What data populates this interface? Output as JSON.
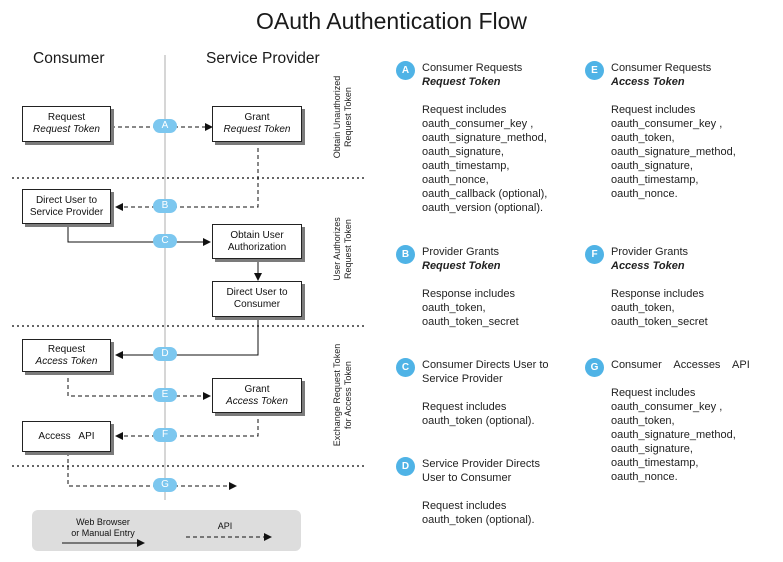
{
  "title": "OAuth Authentication Flow",
  "columns": {
    "consumer": "Consumer",
    "provider": "Service Provider"
  },
  "phases": [
    {
      "line1": "Obtain Unauthorized",
      "line2": "Request  Token"
    },
    {
      "line1": "User  Authorizes",
      "line2": "Request  Token"
    },
    {
      "line1": "Exchange Request  Token",
      "line2": "for Access  Token"
    }
  ],
  "boxes": {
    "request_request_token": {
      "line1": "Request",
      "line2": "Request Token"
    },
    "grant_request_token": {
      "line1": "Grant",
      "line2": "Request Token"
    },
    "direct_user_to_sp": {
      "line1": "Direct User to",
      "line2": "Service Provider"
    },
    "obtain_user_auth": {
      "line1": "Obtain User",
      "line2": "Authorization"
    },
    "direct_user_to_consumer": {
      "line1": "Direct User to",
      "line2": "Consumer"
    },
    "request_access_token": {
      "line1": "Request",
      "line2": "Access Token"
    },
    "grant_access_token": {
      "line1": "Grant",
      "line2": "Access Token"
    },
    "access_api": {
      "line1": "Access   API"
    }
  },
  "badges": [
    "A",
    "B",
    "C",
    "D",
    "E",
    "F",
    "G"
  ],
  "legend": {
    "browser_line1": "Web Browser",
    "browser_line2": "or Manual Entry",
    "api": "API"
  },
  "steps": [
    {
      "letter": "A",
      "heading": "Consumer Requests",
      "bold": "Request Token",
      "body": "Request includes\noauth_consumer_key  ,\noauth_signature_method,\noauth_signature,\noauth_timestamp,\noauth_nonce,\noauth_callback (optional),\noauth_version (optional)."
    },
    {
      "letter": "B",
      "heading": "Provider Grants",
      "bold": "Request Token",
      "body": "Response includes\noauth_token,\noauth_token_secret"
    },
    {
      "letter": "C",
      "heading": "Consumer Directs User to",
      "heading2": "Service Provider",
      "body": "Request includes\noauth_token (optional)."
    },
    {
      "letter": "D",
      "heading": "Service Provider Directs",
      "heading2": "User to Consumer",
      "body": "Request includes\noauth_token (optional)."
    },
    {
      "letter": "E",
      "heading": "Consumer Requests",
      "bold": "Access Token",
      "body": "Request includes\noauth_consumer_key  ,\noauth_token,\noauth_signature_method,\noauth_signature,\noauth_timestamp,\noauth_nonce."
    },
    {
      "letter": "F",
      "heading": "Provider Grants",
      "bold": "Access Token",
      "body": "Response includes\noauth_token,\noauth_token_secret"
    },
    {
      "letter": "G",
      "heading": "Consumer    Accesses    API",
      "body": "Request includes\noauth_consumer_key  ,\noauth_token,\noauth_signature_method,\noauth_signature,\noauth_timestamp,\noauth_nonce."
    }
  ],
  "colors": {
    "badge_light": "#7cc7ef",
    "badge_dark": "#4fb3e6",
    "shadow": "#7b7b7b",
    "legend_bg": "#dddddd"
  }
}
